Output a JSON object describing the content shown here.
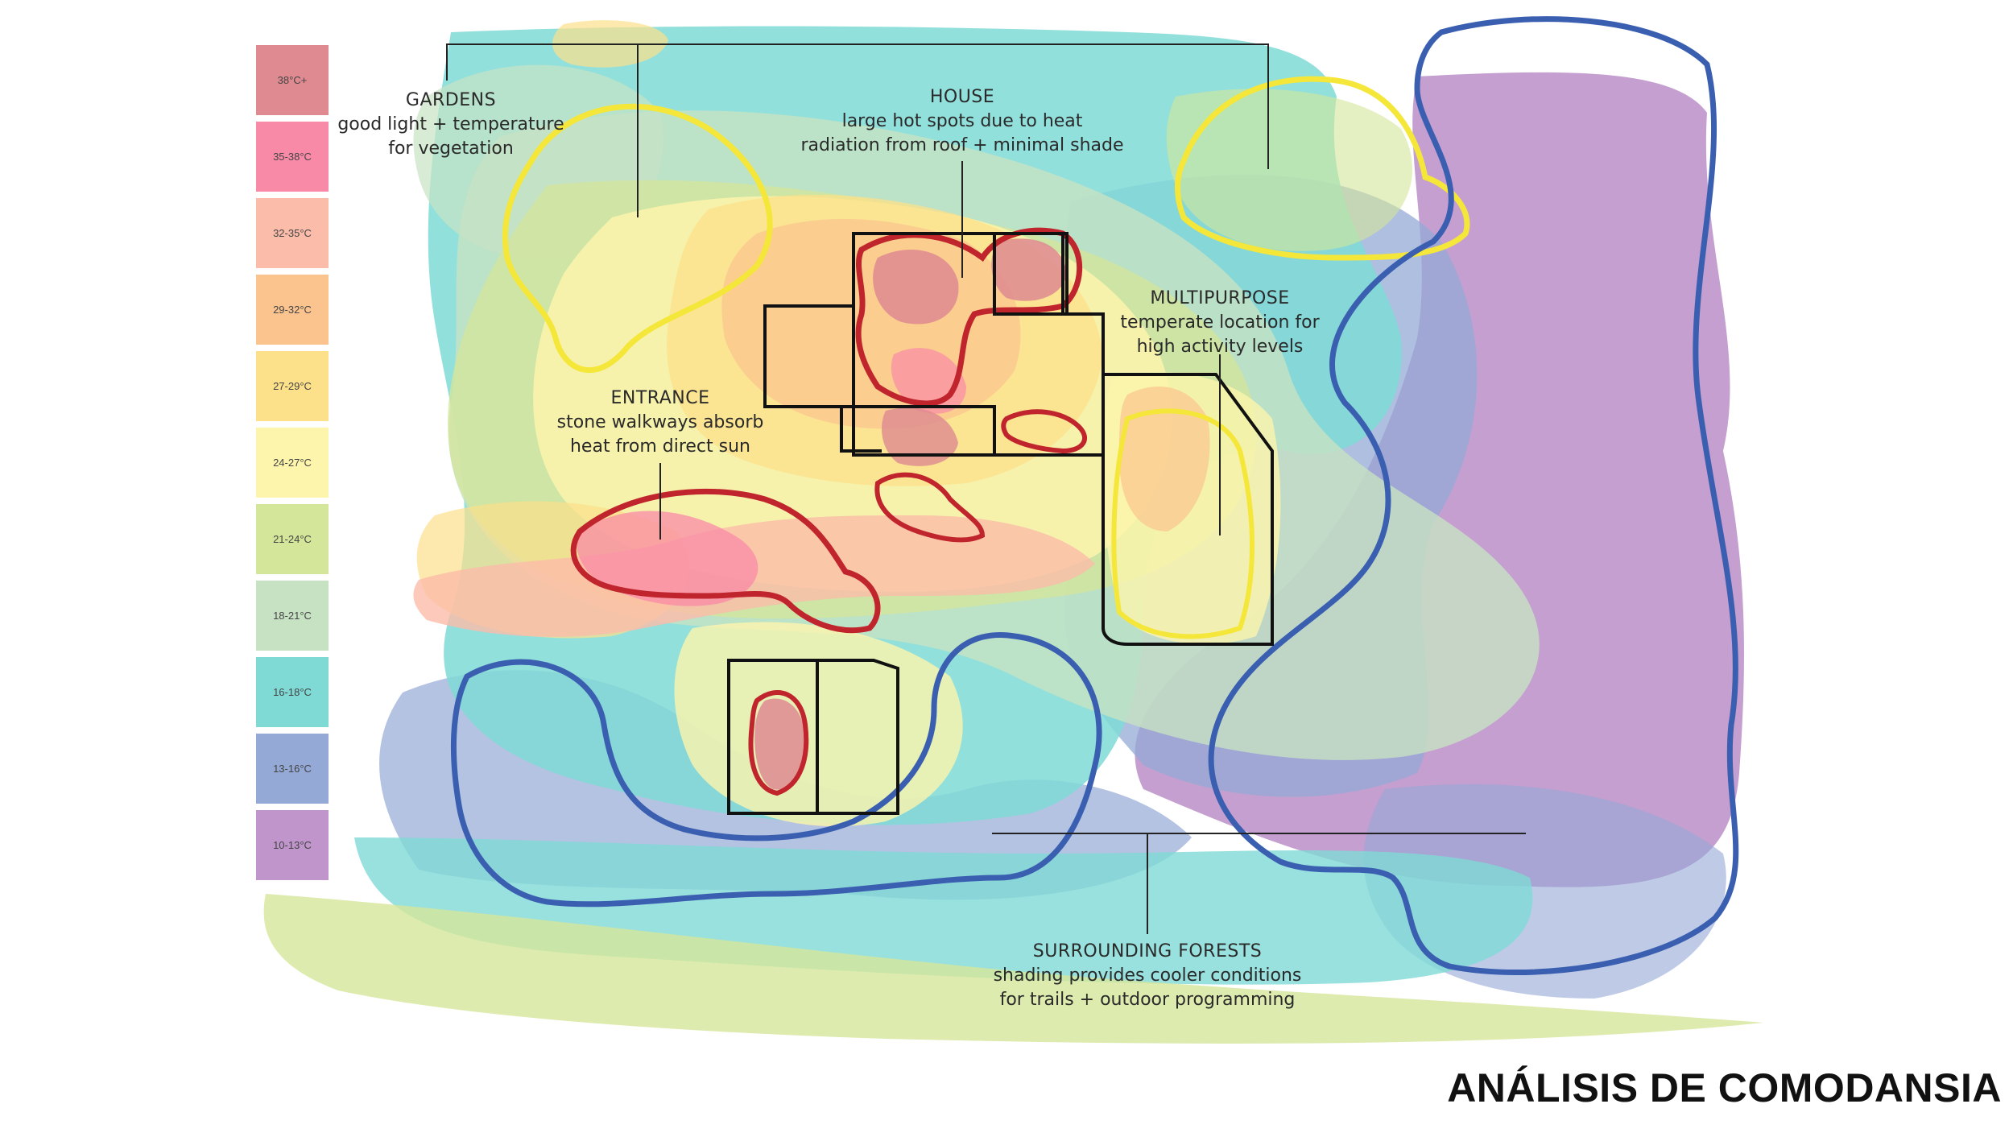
{
  "title": "ANÁLISIS DE COMODANSIA",
  "legend": [
    {
      "label": "38°C+",
      "color": "#de8a90"
    },
    {
      "label": "35-38°C",
      "color": "#f98aa7"
    },
    {
      "label": "32-35°C",
      "color": "#fbbca9"
    },
    {
      "label": "29-32°C",
      "color": "#fbc48e"
    },
    {
      "label": "27-29°C",
      "color": "#fce08a"
    },
    {
      "label": "24-27°C",
      "color": "#fdf5ac"
    },
    {
      "label": "21-24°C",
      "color": "#d4e69a"
    },
    {
      "label": "18-21°C",
      "color": "#c7e2c3"
    },
    {
      "label": "16-18°C",
      "color": "#7fdad6"
    },
    {
      "label": "13-16°C",
      "color": "#94a9d6"
    },
    {
      "label": "10-13°C",
      "color": "#bf95cb"
    }
  ],
  "annotations": {
    "gardens": {
      "title": "GARDENS",
      "lines": [
        "good light + temperature",
        "for vegetation"
      ]
    },
    "house": {
      "title": "HOUSE",
      "lines": [
        "large hot spots due to heat",
        "radiation from roof + minimal shade"
      ]
    },
    "multipurpose": {
      "title": "MULTIPURPOSE",
      "lines": [
        "temperate location for",
        "high activity levels"
      ]
    },
    "entrance": {
      "title": "ENTRANCE",
      "lines": [
        "stone walkways absorb",
        "heat from direct sun"
      ]
    },
    "forests": {
      "title": "SURROUNDING FORESTS",
      "lines": [
        "shading provides cooler conditions",
        "for trails + outdoor programming"
      ]
    }
  },
  "outline_colors": {
    "hot": "#c0242c",
    "warm": "#f5e63a",
    "cool": "#3b5fb0",
    "building": "#111111"
  }
}
